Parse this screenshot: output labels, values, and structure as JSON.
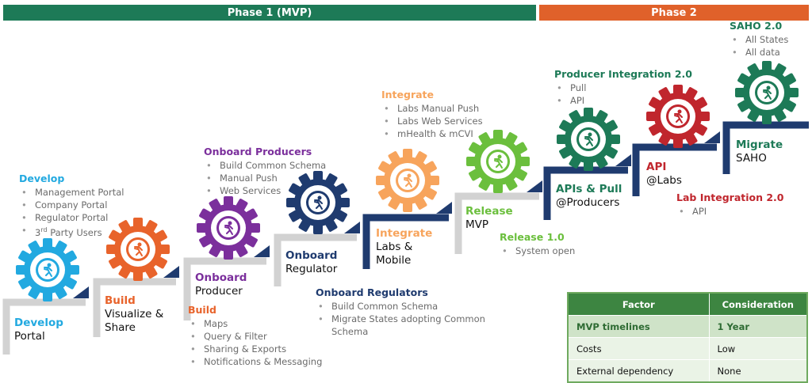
{
  "phases": {
    "phase1": "Phase 1 (MVP)",
    "phase2": "Phase 2"
  },
  "colors": {
    "phase1": "#1d7a57",
    "phase2": "#e0612a",
    "cyan": "#22a9e0",
    "orange": "#e8632b",
    "purple": "#7b2f9c",
    "navy": "#1f3b6f",
    "light_orange": "#f7a45c",
    "green": "#6bbf3d",
    "dark_green": "#1d7a57",
    "red": "#c0262d",
    "steps": "#1f3b6f",
    "steps_gray": "#d2d2d2"
  },
  "steps": [
    {
      "bold": "Develop",
      "text": "Portal"
    },
    {
      "bold": "Build",
      "text": "Visualize &",
      "text2": "Share"
    },
    {
      "bold": "Onboard",
      "text": "Producer"
    },
    {
      "bold": "Onboard",
      "text": "Regulator"
    },
    {
      "bold": "Integrate",
      "text": "Labs &",
      "text2": "Mobile"
    },
    {
      "bold": "Release",
      "text": "MVP"
    },
    {
      "bold": "APIs & Pull",
      "text": "@Producers"
    },
    {
      "bold": "API",
      "text": "@Labs"
    },
    {
      "bold": "Migrate",
      "text": "SAHO"
    }
  ],
  "blocks": {
    "develop": {
      "title": "Develop",
      "items": [
        "Management Portal",
        "Company Portal",
        "Regulator Portal",
        "3rd Party Users"
      ]
    },
    "onboard_producers": {
      "title": "Onboard Producers",
      "items": [
        "Build Common Schema",
        "Manual Push",
        "Web Services"
      ]
    },
    "integrate": {
      "title": "Integrate",
      "items": [
        "Labs Manual Push",
        "Labs Web Services",
        "mHealth & mCVI"
      ]
    },
    "producer_integration": {
      "title": "Producer Integration 2.0",
      "items": [
        "Pull",
        "API"
      ]
    },
    "saho": {
      "title": "SAHO 2.0",
      "items": [
        "All States",
        "All data"
      ]
    },
    "build": {
      "title": "Build",
      "items": [
        "Maps",
        "Query & Filter",
        "Sharing & Exports",
        "Notifications & Messaging"
      ]
    },
    "onboard_regulators": {
      "title": "Onboard Regulators",
      "items": [
        "Build Common Schema",
        "Migrate States adopting Common",
        "Schema"
      ]
    },
    "release": {
      "title": "Release 1.0",
      "items": [
        "System open"
      ]
    },
    "lab_integration": {
      "title": "Lab Integration 2.0",
      "items": [
        "API"
      ]
    }
  },
  "table": {
    "headers": [
      "Factor",
      "Consideration"
    ],
    "rows": [
      [
        "MVP timelines",
        "1 Year"
      ],
      [
        "Costs",
        "Low"
      ],
      [
        "External dependency",
        "None"
      ]
    ]
  },
  "icon": "runner-icon"
}
